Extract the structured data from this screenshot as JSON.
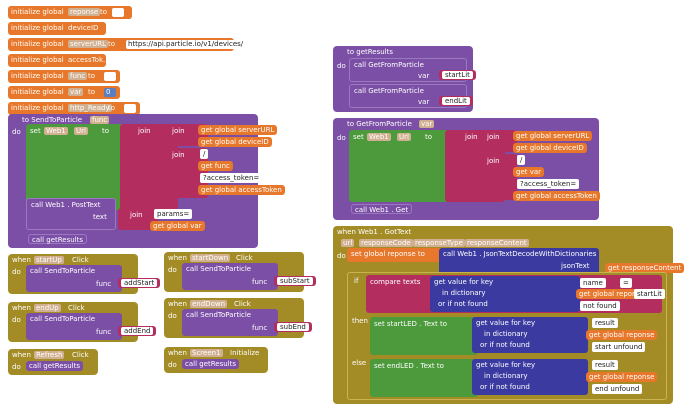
{
  "globals": [
    {
      "label": "initialize global",
      "name": "reponse",
      "value": ""
    },
    {
      "label": "initialize global",
      "name": "deviceID",
      "value": ""
    },
    {
      "label": "initialize global",
      "name": "serverURL",
      "value": "https://api.particle.io/v1/devices/"
    },
    {
      "label": "initialize global",
      "name": "accessTok...",
      "value": ""
    },
    {
      "label": "initialize global",
      "name": "func",
      "value": ""
    },
    {
      "label": "initialize global",
      "name": "var",
      "value": "0"
    },
    {
      "label": "initialize global",
      "name": "http_Ready",
      "value": ""
    }
  ],
  "kw": {
    "to": "to",
    "do": "do",
    "call": "call",
    "set": "set",
    "join": "join",
    "when": "when",
    "if": "if",
    "then": "then",
    "else": "else",
    "get": "get",
    "var": "var",
    "func": "func",
    "text": "text",
    "url": "Url"
  },
  "sendToParticle": {
    "header": "to  SendToParticle",
    "param": "func",
    "set_target": "Web1",
    "set_prop": "Url",
    "get_server": "get global serverURL",
    "get_device": "get global deviceID",
    "sep": "/",
    "get_func": "get func",
    "access": "?access_token=",
    "get_token": "get global accessToken",
    "posttext": "call  Web1 . PostText",
    "params": "params=",
    "get_var": "get global var",
    "getresults": "call  getResults"
  },
  "getResults": {
    "header": "to  getResults",
    "call1": "call  GetFromParticle",
    "arg1": "startLit",
    "call2": "call  GetFromParticle",
    "arg2": "endLit"
  },
  "getFromParticle": {
    "header": "to  GetFromParticle",
    "param": "var",
    "get_server": "get global serverURL",
    "get_device": "get global deviceID",
    "sep": "/",
    "get_var": "get var",
    "access": "?access_token=",
    "get_token": "get global accessToken",
    "call_get": "call  Web1 . Get"
  },
  "events": [
    {
      "comp": "startUp",
      "evt": "Click",
      "arg": "addStart"
    },
    {
      "comp": "startDown",
      "evt": "Click",
      "arg": "subStart"
    },
    {
      "comp": "endUp",
      "evt": "Click",
      "arg": "addEnd"
    },
    {
      "comp": "endDown",
      "evt": "Click",
      "arg": "subEnd"
    },
    {
      "comp": "Refresh",
      "evt": "Click",
      "call": "call  getResults"
    },
    {
      "comp": "Screen1",
      "evt": "Initialize",
      "call": "call  getResults"
    }
  ],
  "gotText": {
    "header": "when  Web1 . GotText",
    "params": [
      "url",
      "responseCode",
      "responseType",
      "responseContent"
    ],
    "set_global": "set  global reponse  to",
    "decode": "call  Web1 . JsonTextDecodeWithDictionaries",
    "jsontext": "jsonText",
    "get_content": "get  responseContent",
    "compare": "compare texts",
    "getvalue": "get value for key",
    "indict": "in dictionary",
    "notfound": "or if not found",
    "key_name": "name",
    "get_reponse": "get  global reponse",
    "nf": "not found",
    "eq": "=",
    "startlit": "startLit",
    "set_start": "set  startLED . Text  to",
    "key_result": "result",
    "start_unfound": "start unfound",
    "set_end": "set  endLED . Text  to",
    "end_unfound": "end unfound"
  },
  "colors": {
    "variable": "#e7772a",
    "procedure": "#7b4fa5",
    "web": "#4c9a3b",
    "text": "#b32e5f",
    "control": "#a38c26",
    "dict": "#3a3aa0"
  }
}
